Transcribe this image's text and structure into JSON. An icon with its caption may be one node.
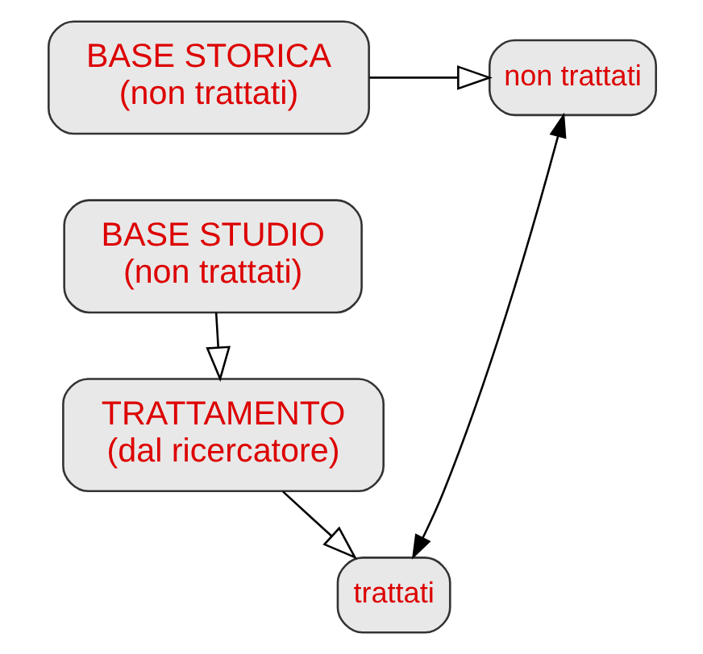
{
  "diagram": {
    "nodes": [
      {
        "text": [
          "BASE STORICA",
          "(non trattati)"
        ]
      },
      {
        "text": [
          "non trattati"
        ]
      },
      {
        "text": [
          "BASE STUDIO",
          "(non trattati)"
        ]
      },
      {
        "text": [
          "TRATTAMENTO",
          "(dal ricercatore)"
        ]
      },
      {
        "text": [
          "trattati"
        ]
      }
    ],
    "edges": [
      {
        "from": 0,
        "to": 1,
        "arrow": "to"
      },
      {
        "from": 2,
        "to": 3,
        "arrow": "to"
      },
      {
        "from": 3,
        "to": 4,
        "arrow": "to"
      },
      {
        "from": 1,
        "to": 4,
        "arrow": "both"
      }
    ]
  }
}
